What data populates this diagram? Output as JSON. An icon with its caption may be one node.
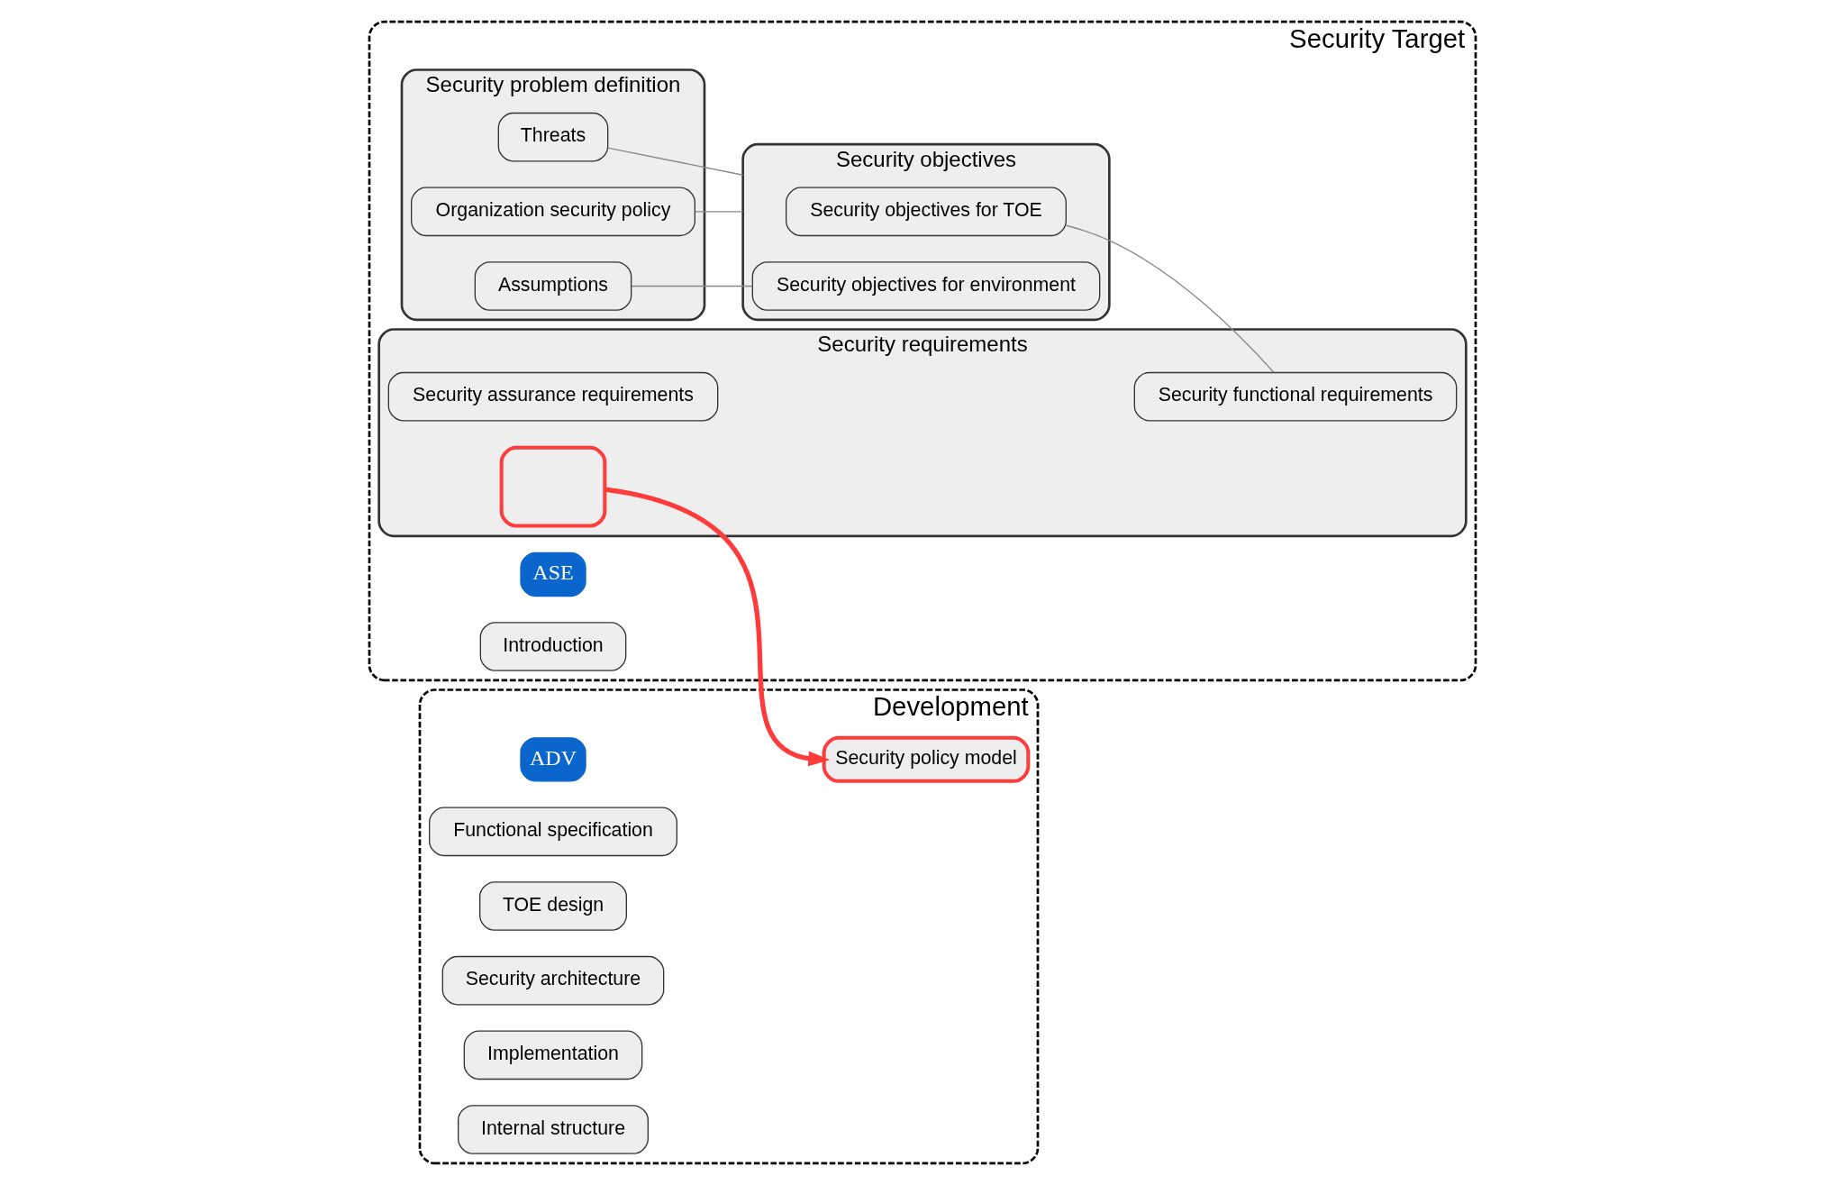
{
  "diagram": {
    "nodes": [
      {
        "text": [
          "Security Target"
        ]
      },
      {
        "text": [
          "ASE"
        ],
        "in": 0
      },
      {
        "text": [
          "Introduction"
        ],
        "in": 0
      },
      {
        "text": [
          "Security problem definition"
        ],
        "in": 0
      },
      {
        "text": [
          "Threats"
        ],
        "in": 3
      },
      {
        "text": [
          "Organization security policy"
        ],
        "in": 3
      },
      {
        "text": [
          "Assumptions"
        ],
        "in": 3
      },
      {
        "text": [
          "Security objectives"
        ],
        "in": 0
      },
      {
        "text": [
          "Security objectives for TOE"
        ],
        "in": 7
      },
      {
        "text": [
          "Security objectives for environment"
        ],
        "in": 7
      },
      {
        "text": [
          "Security requirements"
        ],
        "in": 0
      },
      {
        "text": [
          "Security assurance requirements"
        ],
        "in": 10
      },
      {
        "text": [
          "Security functional requirements"
        ],
        "in": 10
      },
      {
        "text": [],
        "shape": "box",
        "in": 10
      },
      {
        "text": [
          "Development"
        ]
      },
      {
        "text": [
          "ADV"
        ],
        "in": 14
      },
      {
        "text": [
          "Security policy model"
        ],
        "in": 14
      },
      {
        "text": [
          "Functional specification"
        ],
        "in": 14
      },
      {
        "text": [
          "TOE design"
        ],
        "in": 14
      },
      {
        "text": [
          "Security architecture"
        ],
        "in": 14
      },
      {
        "text": [
          "Implementation"
        ],
        "in": 14
      },
      {
        "text": [
          "Internal structure"
        ],
        "in": 14
      }
    ],
    "edges": [
      {
        "from": 4,
        "to": 7,
        "arrow": "none",
        "color": "#888888"
      },
      {
        "from": 5,
        "to": 7,
        "arrow": "none",
        "color": "#888888"
      },
      {
        "from": 6,
        "to": 9,
        "arrow": "none",
        "color": "#888888"
      },
      {
        "from": 8,
        "to": 12,
        "arrow": "none",
        "color": "#888888"
      },
      {
        "from": 13,
        "to": 16,
        "arrow": "to",
        "style": "thick",
        "color": "#ff3b3b"
      }
    ]
  }
}
